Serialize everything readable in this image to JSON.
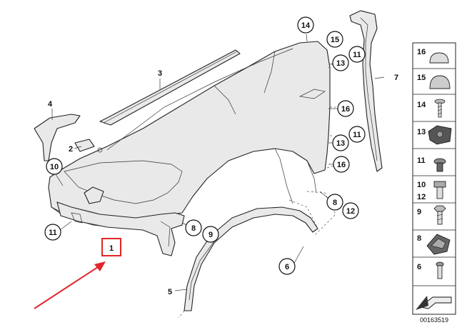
{
  "diagram_id": "00163519",
  "callouts": [
    {
      "id": "c14",
      "label": "14"
    },
    {
      "id": "c15",
      "label": "15"
    },
    {
      "id": "c13a",
      "label": "13"
    },
    {
      "id": "c11a",
      "label": "11"
    },
    {
      "id": "c16a",
      "label": "16"
    },
    {
      "id": "c13b",
      "label": "13"
    },
    {
      "id": "c11b",
      "label": "11"
    },
    {
      "id": "c16b",
      "label": "16"
    },
    {
      "id": "c8a",
      "label": "8"
    },
    {
      "id": "c12",
      "label": "12"
    },
    {
      "id": "c10",
      "label": "10"
    },
    {
      "id": "c11c",
      "label": "11"
    },
    {
      "id": "c8b",
      "label": "8"
    },
    {
      "id": "c9",
      "label": "9"
    },
    {
      "id": "c6",
      "label": "6"
    }
  ],
  "plain_labels": [
    {
      "id": "l3",
      "label": "3"
    },
    {
      "id": "l4",
      "label": "4"
    },
    {
      "id": "l2",
      "label": "2"
    },
    {
      "id": "l7",
      "label": "7"
    },
    {
      "id": "l5",
      "label": "5"
    }
  ],
  "highlighted_part": {
    "label": "1",
    "color": "#e0262a"
  },
  "legend": [
    {
      "label": "16",
      "icon": "round-cap-icon"
    },
    {
      "label": "15",
      "icon": "dome-cap-icon"
    },
    {
      "label": "14",
      "icon": "screw-icon"
    },
    {
      "label": "13",
      "icon": "nut-clip-icon"
    },
    {
      "label": "11",
      "icon": "spreading-rivet-icon"
    },
    {
      "label": "10",
      "icon": "expansion-nut-icon"
    },
    {
      "label": "12",
      "icon": "expansion-nut-icon"
    },
    {
      "label": "9",
      "icon": "hex-bolt-icon"
    },
    {
      "label": "8",
      "icon": "clip-nut-icon"
    },
    {
      "label": "6",
      "icon": "push-rivet-icon"
    }
  ],
  "colors": {
    "arrow": "#e0262a",
    "highlight_box": "#e0262a",
    "line": "#222222"
  }
}
